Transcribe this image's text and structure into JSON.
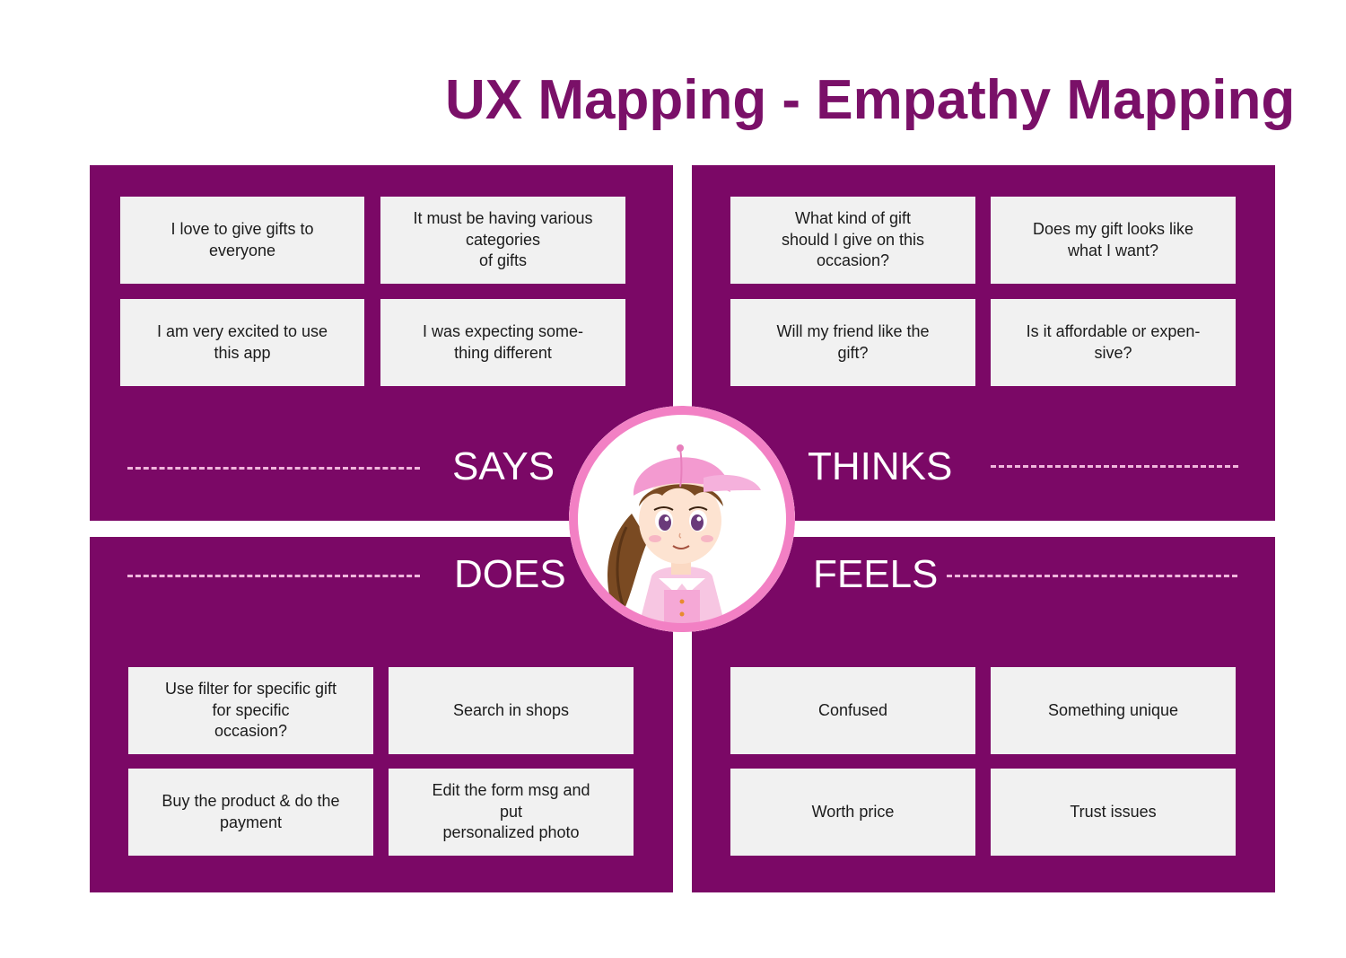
{
  "title": "UX Mapping - Empathy Mapping",
  "colors": {
    "title": "#7a1068",
    "panel": "#7b0866",
    "card": "#f1f1f1",
    "dash": "#f0b6dc",
    "ring": "#f280c4"
  },
  "center_icon": "girl-with-pink-cap-avatar",
  "says": {
    "label": "SAYS",
    "cards": [
      "I love to give gifts to\neveryone",
      "It must be having various\ncategories\nof gifts",
      "I am very excited to use\nthis app",
      "I was expecting some-\nthing different"
    ]
  },
  "thinks": {
    "label": "THINKS",
    "cards": [
      "What kind of gift\nshould I give on this\noccasion?",
      "Does my gift looks like\nwhat I want?",
      "Will my friend like the\ngift?",
      "Is it affordable or expen-\nsive?"
    ]
  },
  "does": {
    "label": "DOES",
    "cards": [
      "Use filter for specific gift\nfor specific\noccasion?",
      "Search in shops",
      "Buy the product & do the\npayment",
      "Edit the form msg and\nput\npersonalized photo"
    ]
  },
  "feels": {
    "label": "FEELS",
    "cards": [
      "Confused",
      "Something unique",
      "Worth price",
      "Trust issues"
    ]
  }
}
